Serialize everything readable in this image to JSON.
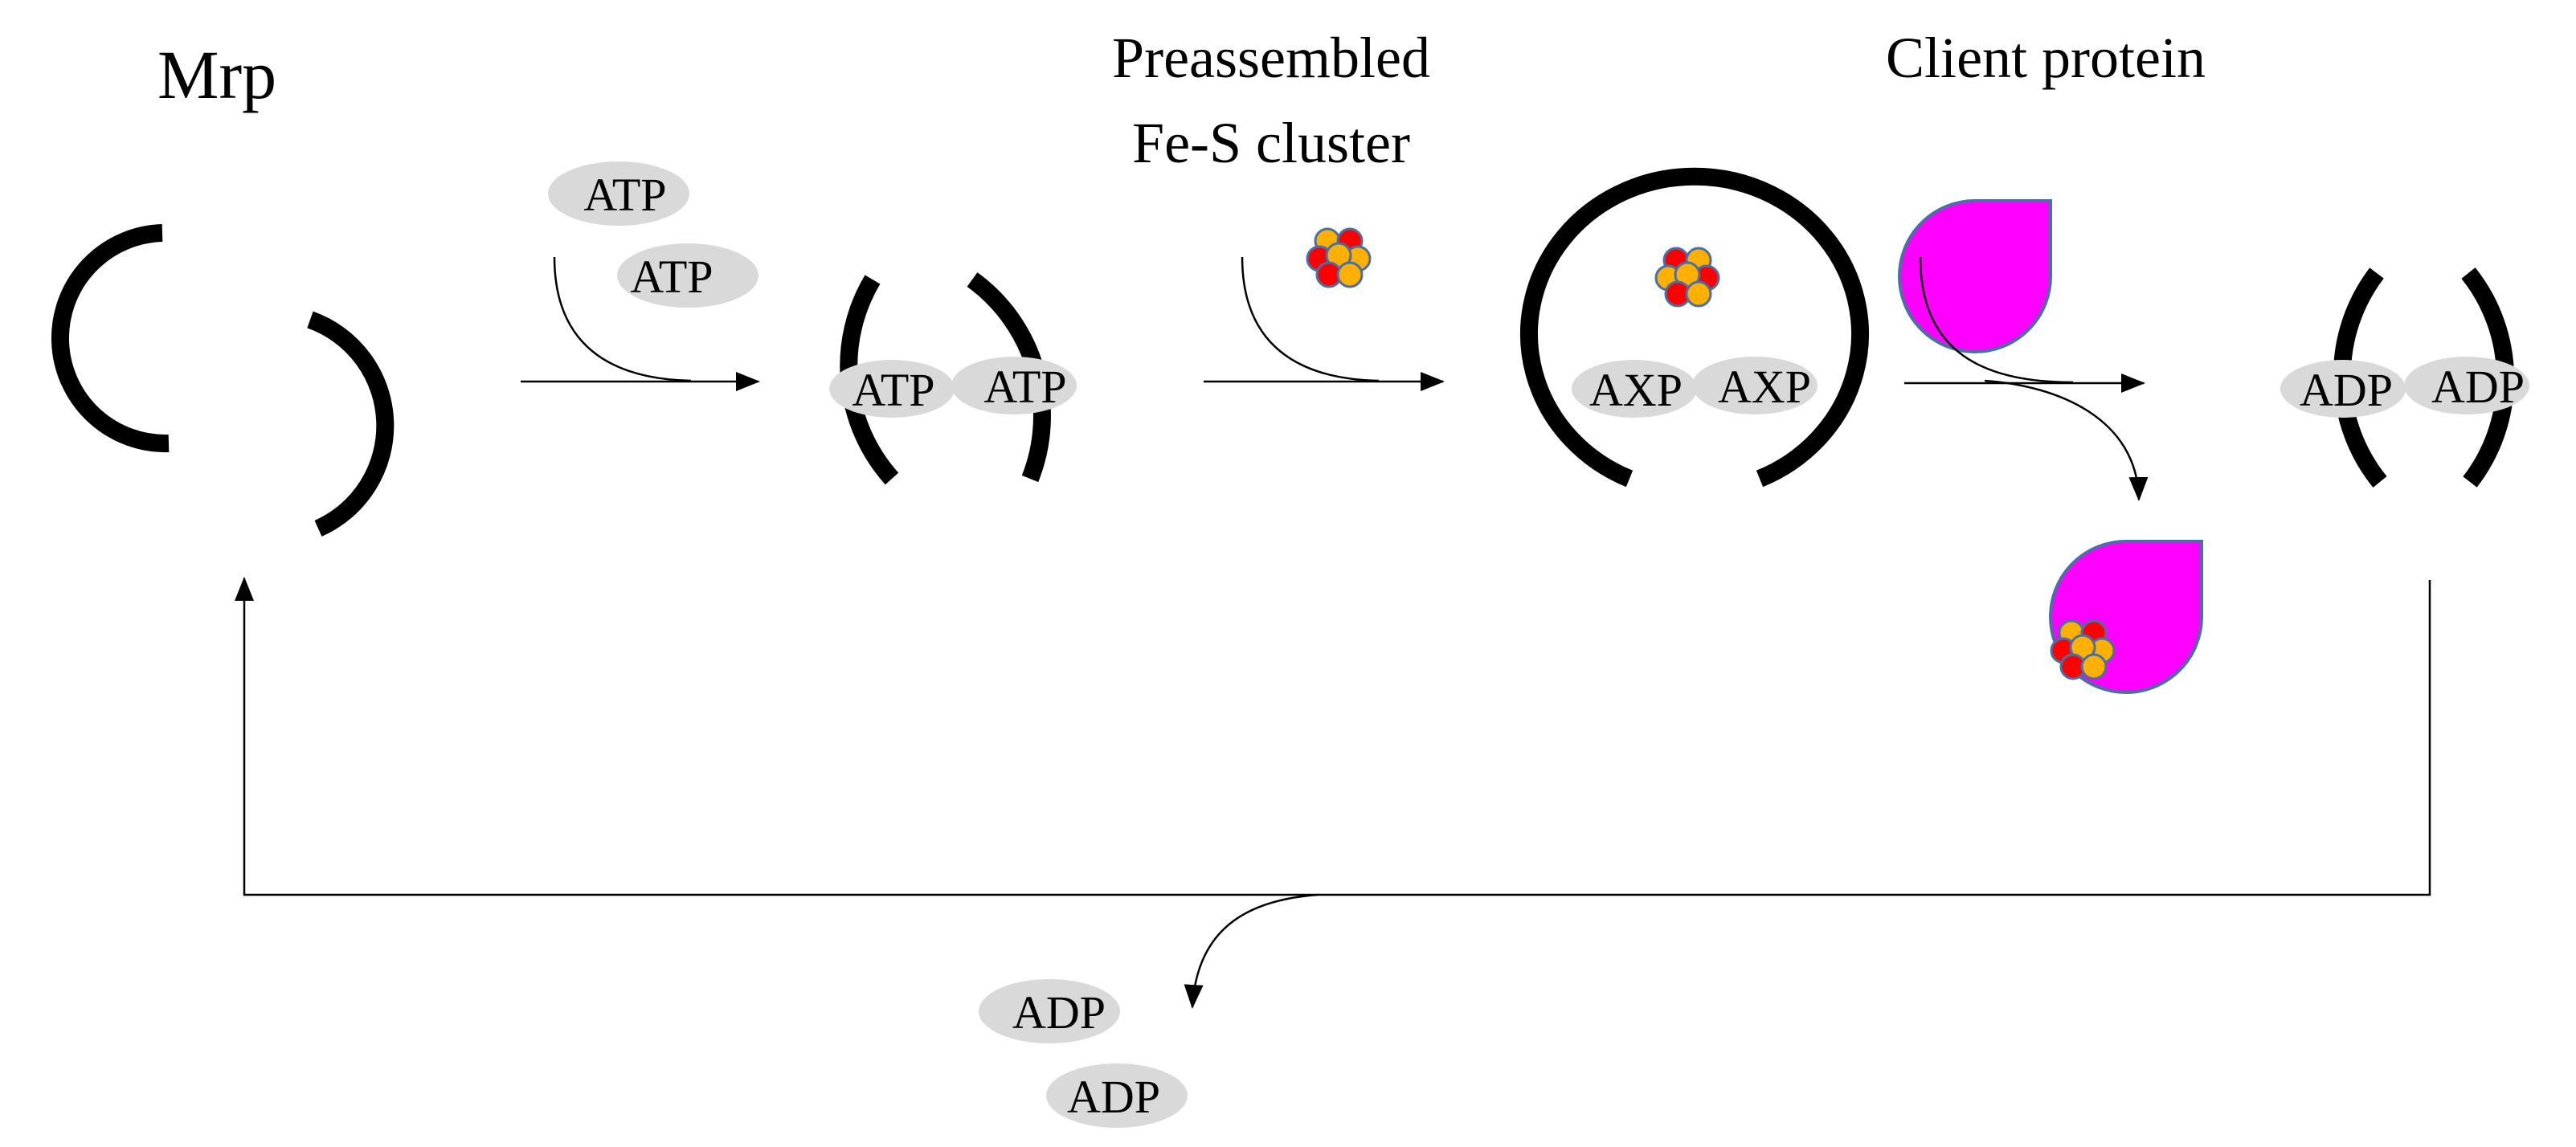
{
  "labels": {
    "mrp": "Mrp",
    "fes_line1": "Preassembled",
    "fes_line2": "Fe-S cluster",
    "client": "Client protein"
  },
  "molecules": {
    "atp_in_1": "ATP",
    "atp_in_2": "ATP",
    "dimer_atp_left": "ATP",
    "dimer_atp_right": "ATP",
    "dimer_axp_left": "AXP",
    "dimer_axp_right": "AXP",
    "dimer_adp_left": "ADP",
    "dimer_adp_right": "ADP",
    "adp_out_1": "ADP",
    "adp_out_2": "ADP"
  },
  "colors": {
    "client_protein": "#ff00ff",
    "client_outline": "#4a6fa5",
    "cluster_red": "#ff0000",
    "cluster_orange": "#ffb000",
    "cluster_outline": "#4a6fa5",
    "pill": "#d9d9d9"
  }
}
